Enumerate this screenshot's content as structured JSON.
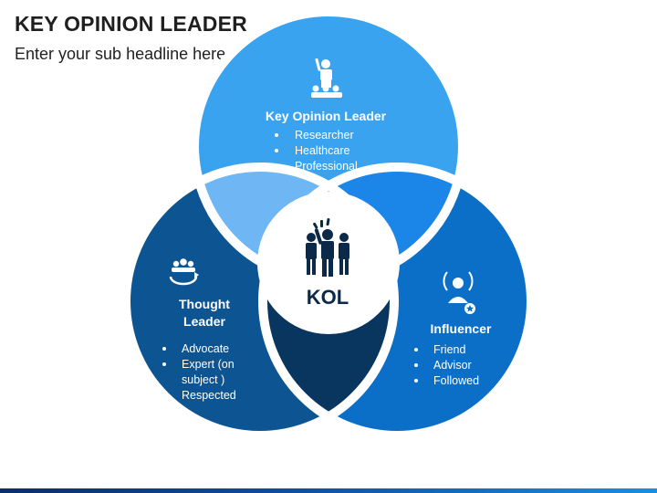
{
  "header": {
    "title": "KEY OPINION LEADER",
    "subtitle": "Enter your sub headline here"
  },
  "center": {
    "label": "KOL"
  },
  "circles": {
    "top": {
      "title": "Key Opinion Leader",
      "items": [
        "Researcher",
        "Healthcare",
        "Professional"
      ]
    },
    "left": {
      "title_line1": "Thought",
      "title_line2": "Leader",
      "items": [
        "Advocate",
        "Expert (on",
        "subject )",
        "Respected"
      ]
    },
    "right": {
      "title": "Influencer",
      "items": [
        "Friend",
        "Advisor",
        "Followed"
      ]
    }
  },
  "colors": {
    "top_circle": "#3aa3f0",
    "left_circle": "#0d5493",
    "right_circle": "#0b6fc8",
    "overlap_top_left": "#6fb6f5",
    "overlap_top_right": "#1b86e8",
    "overlap_bottom": "#08365e",
    "center": "#ffffff",
    "text_dark": "#0b2a4a"
  }
}
